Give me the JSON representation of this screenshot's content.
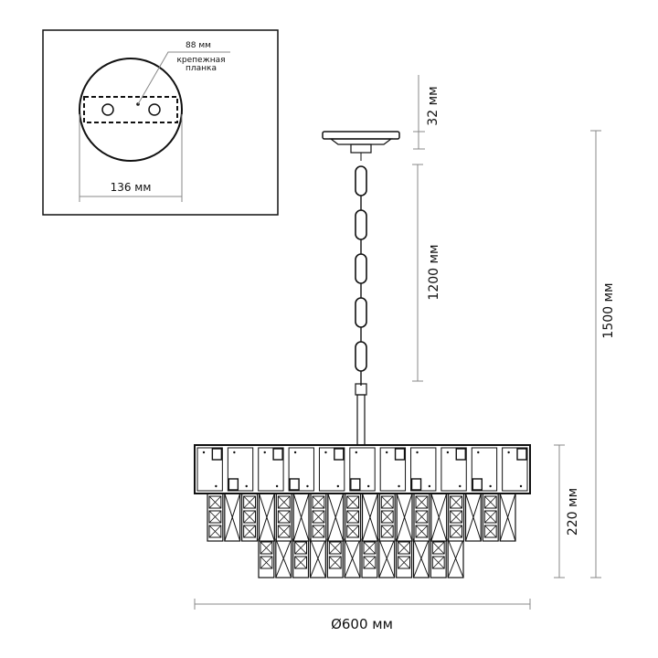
{
  "inset": {
    "bracket_width": "88 мм",
    "bracket_label_line1": "крепежная",
    "bracket_label_line2": "планка",
    "canopy_diameter": "136 мм"
  },
  "dimensions": {
    "canopy_height": "32 мм",
    "chain_length": "1200 мм",
    "total_height": "1500 мм",
    "body_height": "220 мм",
    "diameter": "Ø600 мм"
  }
}
